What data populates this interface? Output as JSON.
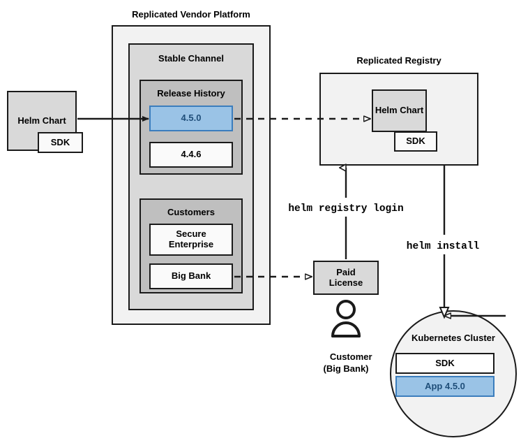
{
  "diagram": {
    "type": "architecture-flow",
    "title_labels": {
      "vendor_platform": "Replicated Vendor Platform",
      "replicated_registry": "Replicated Registry"
    },
    "left_chart": {
      "name": "Helm Chart",
      "sub": "SDK"
    },
    "vendor_platform": {
      "stable_channel": {
        "label": "Stable Channel",
        "release_history": {
          "label": "Release History",
          "releases": [
            {
              "version": "4.5.0",
              "highlighted": true
            },
            {
              "version": "4.4.6",
              "highlighted": false
            }
          ]
        },
        "customers": {
          "label": "Customers",
          "items": [
            {
              "name": "Secure\nEnterprise"
            },
            {
              "name": "Big Bank"
            }
          ]
        }
      }
    },
    "registry": {
      "chart": "Helm Chart",
      "sub": "SDK"
    },
    "license": {
      "label": "Paid\nLicense"
    },
    "customer": {
      "label": "Customer\n(Big Bank)",
      "icon": "person-icon"
    },
    "cluster": {
      "label": "Kubernetes Cluster",
      "items": [
        {
          "name": "SDK",
          "highlighted": false
        },
        {
          "name": "App 4.5.0",
          "highlighted": true
        }
      ]
    },
    "commands": {
      "registry_login": "helm registry login",
      "install": "helm install"
    },
    "colors": {
      "accent_blue_fill": "#9ac3e6",
      "accent_blue_border": "#3b7dbd",
      "accent_blue_text": "#1f4e79",
      "gray_outer": "#f2f2f2",
      "gray_mid": "#d9d9d9",
      "gray_dark": "#bfbfbf",
      "white": "#fafafa",
      "stroke": "#1a1a1a"
    }
  }
}
